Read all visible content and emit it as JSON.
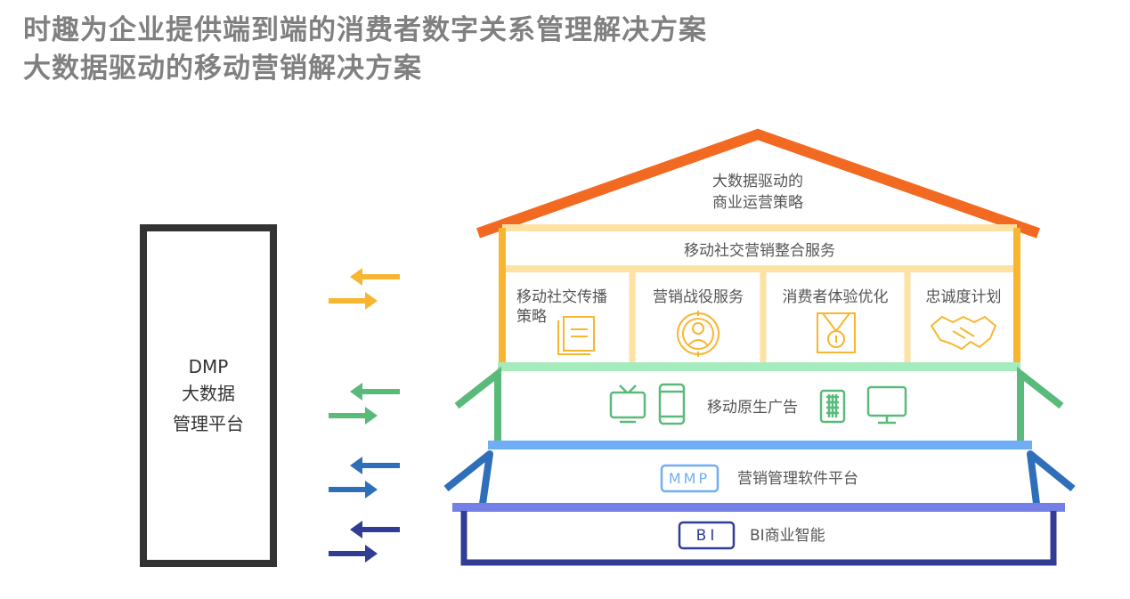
{
  "header": {
    "line1": "时趣为企业提供端到端的消费者数字关系管理解决方案",
    "line2": "大数据驱动的移动营销解决方案"
  },
  "dmp": {
    "lines": [
      "DMP",
      "大数据",
      "管理平台"
    ]
  },
  "house": {
    "roof_lines": [
      "大数据驱动的",
      "商业运营策略"
    ],
    "social_band": "移动社交营销整合服务",
    "columns": [
      {
        "label_lines": [
          "移动社交传播",
          "策略"
        ],
        "icon": "book-icon"
      },
      {
        "label_lines": [
          "营销战役服务"
        ],
        "icon": "person-target-icon"
      },
      {
        "label_lines": [
          "消费者体验优化"
        ],
        "icon": "medal-icon"
      },
      {
        "label_lines": [
          "忠诚度计划"
        ],
        "icon": "handshake-icon"
      }
    ],
    "mobile_ads": "移动原生广告",
    "mmp_badge": "MMP",
    "mmp_label": "营销管理软件平台",
    "bi_badge": "BI",
    "bi_label": "BI商业智能"
  },
  "colors": {
    "title_gray": "#808080",
    "roof": "#f26a21",
    "social_yellow": "#f8b630",
    "pale_yellow": "#fde2a4",
    "green": "#5aba7a",
    "light_green": "#a6ebbb",
    "blue": "#2f6fba",
    "light_blue": "#6faef4",
    "navy": "#313d94",
    "purple_blue": "#7480e6",
    "dmp_border": "#333333"
  }
}
